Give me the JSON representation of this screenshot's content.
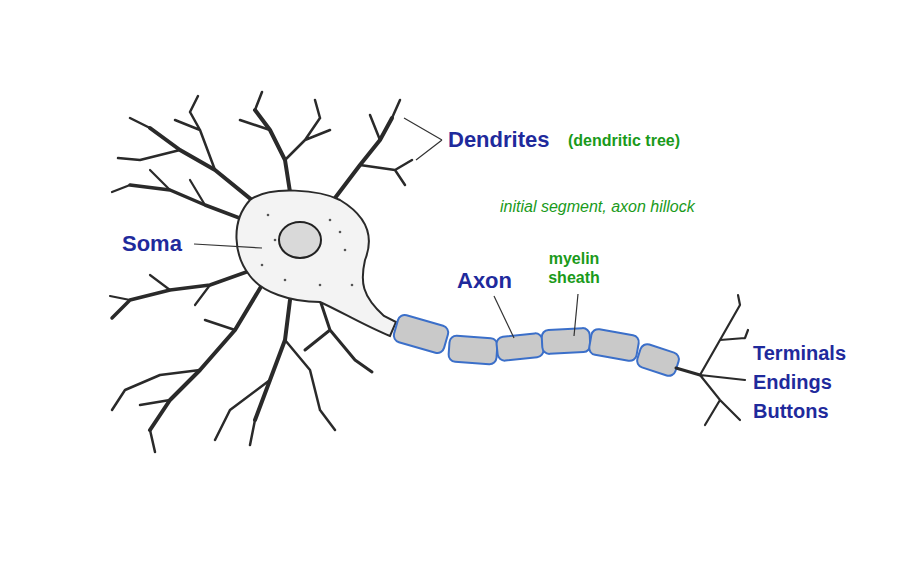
{
  "diagram": {
    "labels": [
      "Dendrites",
      "(dendritic tree)",
      "initial segment, axon hillock",
      "Soma",
      "Axon",
      "myelin sheath",
      "Terminals",
      "Endings",
      "Buttons"
    ]
  }
}
